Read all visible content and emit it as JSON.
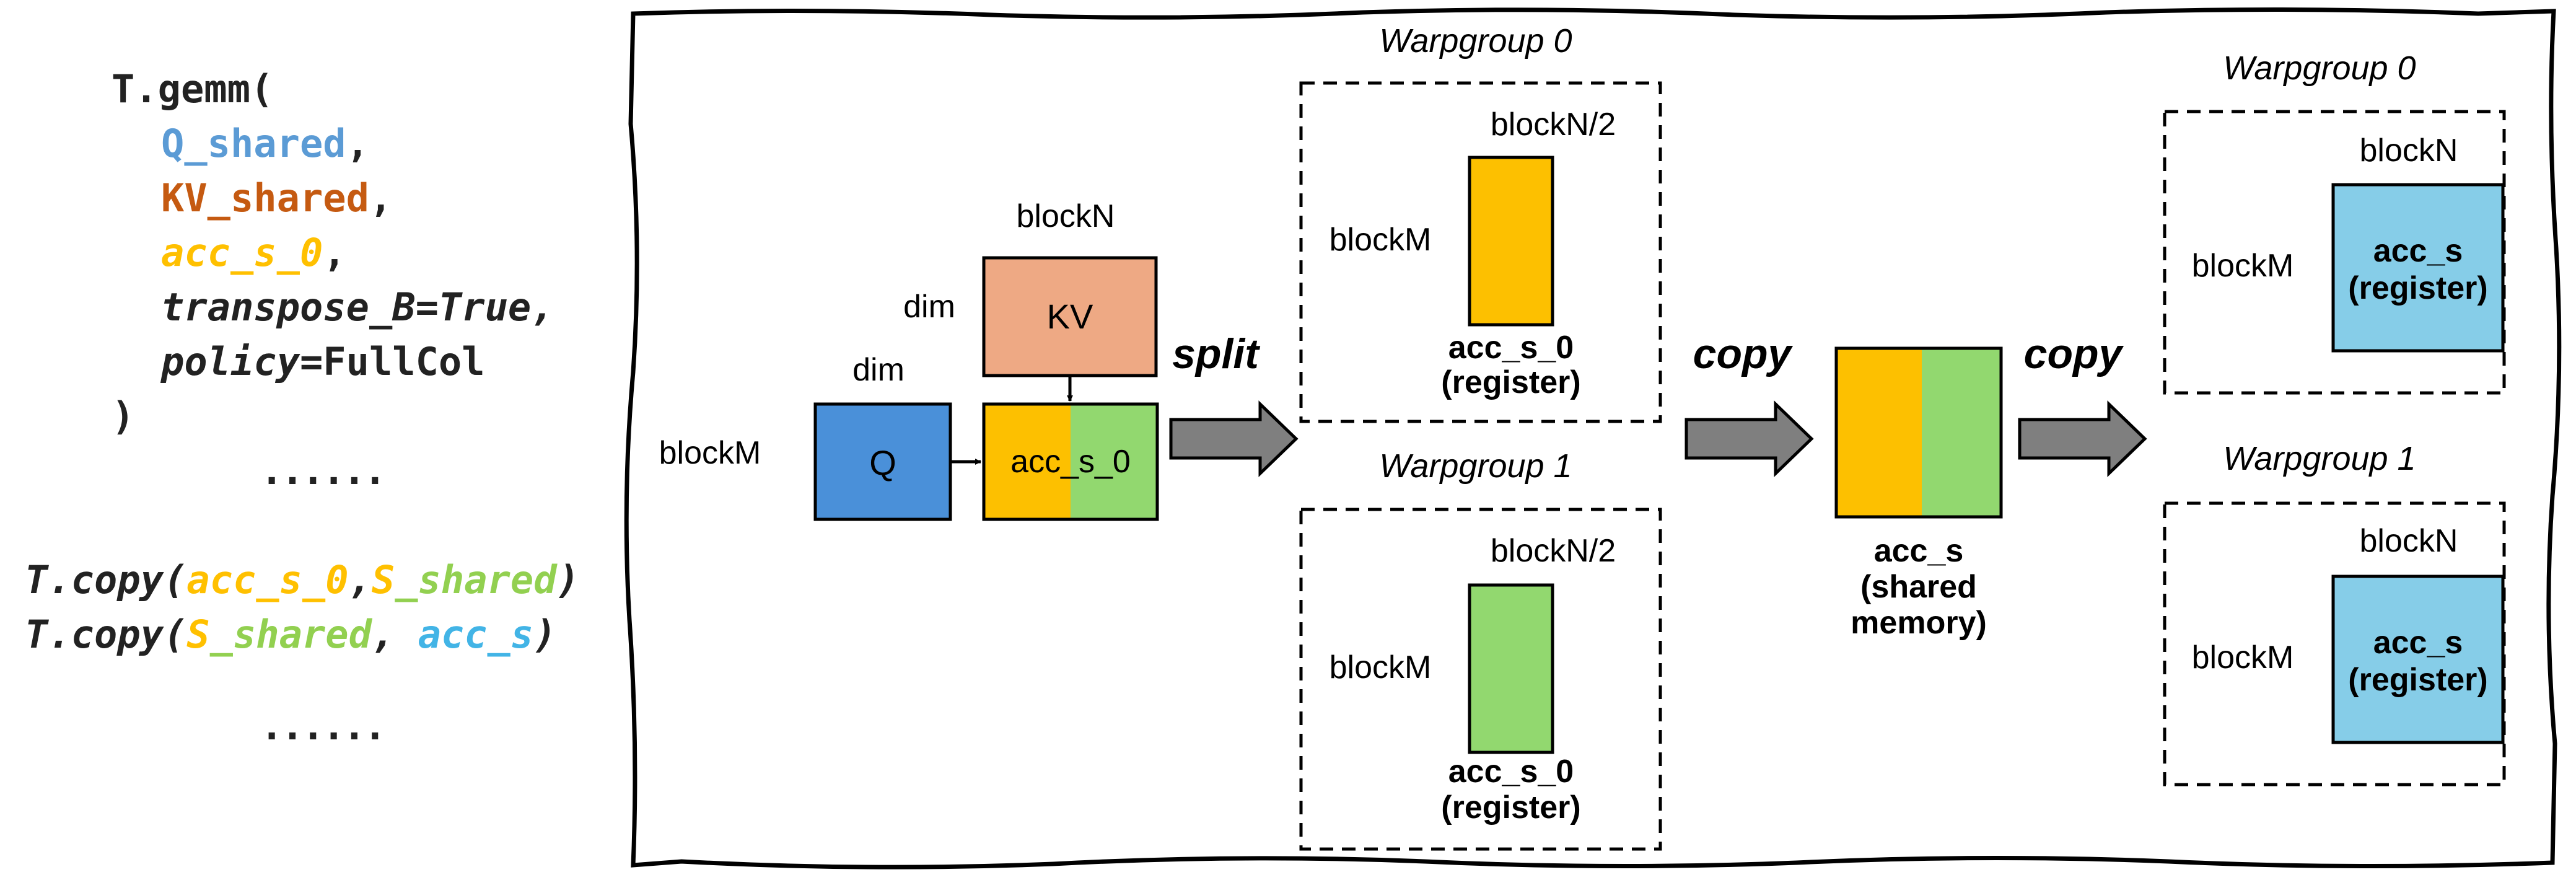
{
  "colors": {
    "q_blue": "#4a90d9",
    "kv_orange": "#eea984",
    "acc_yellow": "#fdc000",
    "acc_green": "#92d86f",
    "register_blue": "#86cde8",
    "arrow_gray": "#7f7f7f",
    "code_blue": "#5b9bd5",
    "code_orange": "#c55a11",
    "code_yellow": "#ffc000",
    "code_green": "#92d050",
    "code_cyan": "#42b4e6"
  },
  "code": {
    "gemm_open": "T.gemm(",
    "q_shared": "Q_shared",
    "kv_shared": "KV_shared",
    "acc_s_0": "acc_s_0",
    "comma": ",",
    "transpose_b": "transpose_B=True,",
    "policy_kw": "policy",
    "policy_eq": "=",
    "policy_val": "FullCol",
    "close_paren": ")",
    "ellipsis": "......",
    "copy1_prefix": "T.copy(",
    "copy1_arg1": "acc_s_0",
    "copy1_sep": ",",
    "copy1_arg2_a": "S",
    "copy1_arg2_b": "_shared",
    "copy1_close": ")",
    "copy2_prefix": "T.copy(",
    "copy2_arg1_a": "S",
    "copy2_arg1_b": "_shared",
    "copy2_sep": ", ",
    "copy2_arg2": "acc_s",
    "copy2_close": ")",
    "ellipsis2": "......"
  },
  "gemm_block": {
    "blockN": "blockN",
    "dim_kv": "dim",
    "kv": "KV",
    "dim_q": "dim",
    "blockM": "blockM",
    "q": "Q",
    "acc": "acc_s_0"
  },
  "arrows": {
    "split": "split",
    "copy1": "copy",
    "copy2": "copy"
  },
  "warpgroups_split": [
    {
      "title": "Warpgroup 0",
      "blockN": "blockN/2",
      "blockM": "blockM",
      "name": "acc_s_0",
      "sub": "(register)"
    },
    {
      "title": "Warpgroup 1",
      "blockN": "blockN/2",
      "blockM": "blockM",
      "name": "acc_s_0",
      "sub": "(register)"
    }
  ],
  "shared": {
    "name": "acc_s",
    "line2": "(shared",
    "line3": "memory)"
  },
  "warpgroups_final": [
    {
      "title": "Warpgroup 0",
      "blockN": "blockN",
      "blockM": "blockM",
      "box_line1": "acc_s",
      "box_line2": "(register)"
    },
    {
      "title": "Warpgroup 1",
      "blockN": "blockN",
      "blockM": "blockM",
      "box_line1": "acc_s",
      "box_line2": "(register)"
    }
  ]
}
